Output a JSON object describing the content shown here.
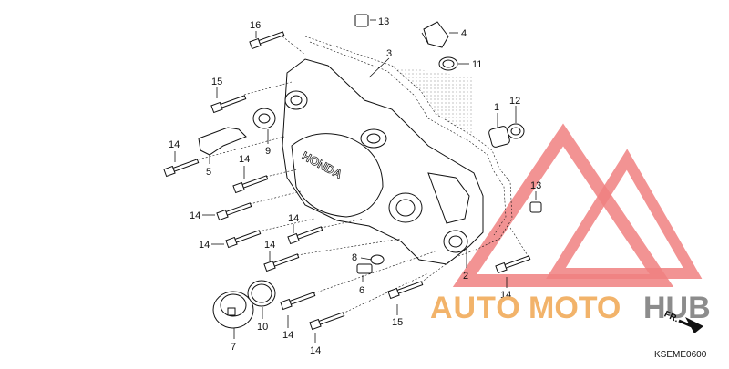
{
  "callouts": [
    {
      "id": "c16",
      "label": "16"
    },
    {
      "id": "c13a",
      "label": "13"
    },
    {
      "id": "c4",
      "label": "4"
    },
    {
      "id": "c3",
      "label": "3"
    },
    {
      "id": "c11",
      "label": "11"
    },
    {
      "id": "c15a",
      "label": "15"
    },
    {
      "id": "c1",
      "label": "1"
    },
    {
      "id": "c12",
      "label": "12"
    },
    {
      "id": "c9",
      "label": "9"
    },
    {
      "id": "c14a",
      "label": "14"
    },
    {
      "id": "c5",
      "label": "5"
    },
    {
      "id": "c14b",
      "label": "14"
    },
    {
      "id": "c13b",
      "label": "13"
    },
    {
      "id": "c14c",
      "label": "14"
    },
    {
      "id": "c14d",
      "label": "14"
    },
    {
      "id": "c14e",
      "label": "14"
    },
    {
      "id": "c14f",
      "label": "14"
    },
    {
      "id": "c8",
      "label": "8"
    },
    {
      "id": "c6",
      "label": "6"
    },
    {
      "id": "c2",
      "label": "2"
    },
    {
      "id": "c14g",
      "label": "14"
    },
    {
      "id": "c10",
      "label": "10"
    },
    {
      "id": "c7",
      "label": "7"
    },
    {
      "id": "c14h",
      "label": "14"
    },
    {
      "id": "c15b",
      "label": "15"
    },
    {
      "id": "c14i",
      "label": "14"
    }
  ],
  "cover_brand": "HONDA",
  "watermark": {
    "part1": "AUTO",
    "part2": "MOTO",
    "part3": "HUB",
    "color": "#f2b36a",
    "triangle_color": "#f08080"
  },
  "direction_label": "FR.",
  "diagram_code": "KSEME0600"
}
